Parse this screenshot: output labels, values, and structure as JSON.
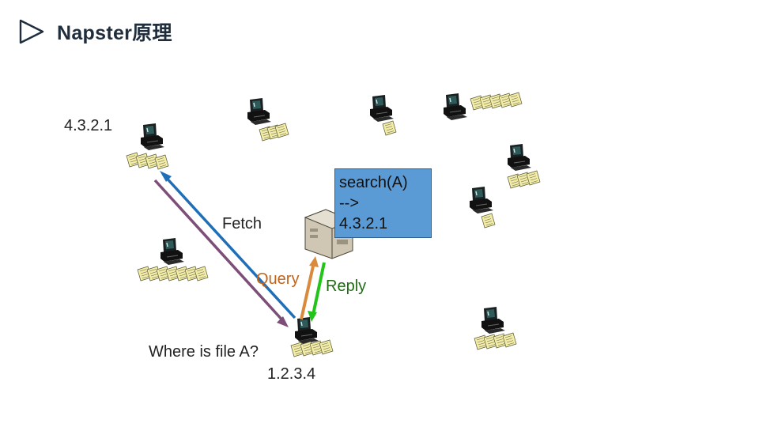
{
  "title": "Napster原理",
  "labels": {
    "peer_ip_top": "4.3.2.1",
    "fetch": "Fetch",
    "query": "Query",
    "reply": "Reply",
    "where": "Where is file A?",
    "peer_ip_bottom": "1.2.3.4"
  },
  "server_response": {
    "line1": "search(A)",
    "line2": "-->",
    "line3": "4.3.2.1"
  },
  "colors": {
    "fetch_arrow": "#1f6fb8",
    "transfer_arrow": "#7d4e78",
    "query_arrow": "#d98a3c",
    "reply_arrow": "#22c41a",
    "response_box": "#5b9bd5"
  }
}
